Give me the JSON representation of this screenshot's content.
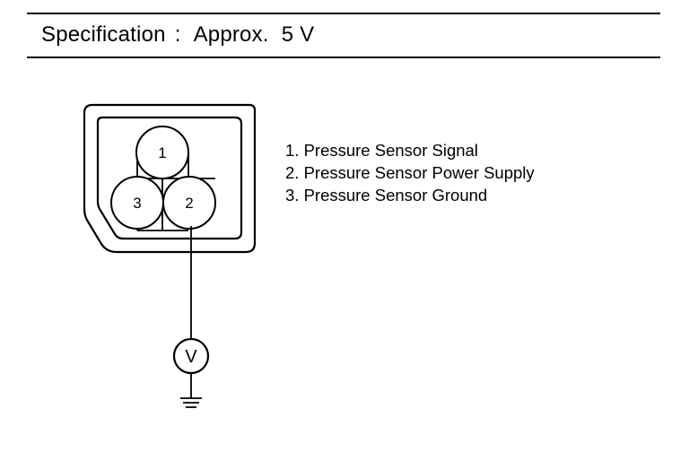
{
  "specification": {
    "label": "Specification",
    "separator": ":",
    "approx": "Approx.",
    "value": "5 V"
  },
  "connector": {
    "pins": [
      {
        "number": "1"
      },
      {
        "number": "3"
      },
      {
        "number": "2"
      }
    ]
  },
  "meter": {
    "symbol": "V"
  },
  "legend": [
    "1. Pressure Sensor Signal",
    "2. Pressure Sensor Power Supply",
    "3. Pressure Sensor Ground"
  ]
}
